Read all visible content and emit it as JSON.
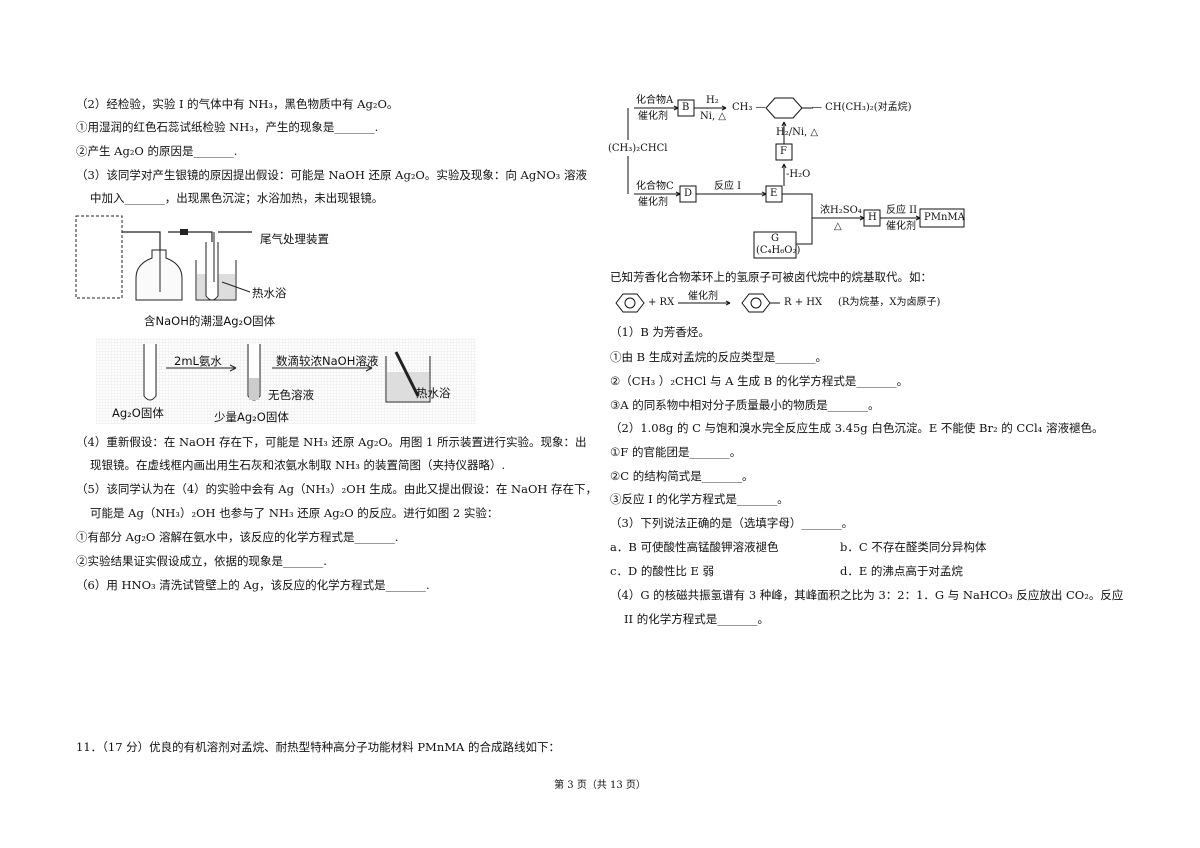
{
  "left": {
    "lines": [
      "（2）经检验，实验 I 的气体中有 NH₃，黑色物质中有 Ag₂O。",
      "①用湿润的红色石蕊试纸检验 NH₃，产生的现象是_______.",
      "②产生 Ag₂O 的原因是_______.",
      "（3）该同学对产生银镜的原因提出假设：可能是 NaOH 还原 Ag₂O。实验及现象：向 AgNO₃ 溶液",
      "中加入_______，出现黑色沉淀；水浴加热，未出现银镜。",
      "（4）重新假设：在 NaOH 存在下，可能是 NH₃ 还原 Ag₂O。用图 1 所示装置进行实验。现象：出",
      "现银镜。在虚线框内画出用生石灰和浓氨水制取 NH₃ 的装置简图（夹持仪器略）.",
      "（5）该同学认为在（4）的实验中会有 Ag（NH₃）₂OH 生成。由此又提出假设：在 NaOH 存在下，",
      "可能是 Ag（NH₃）₂OH 也参与了 NH₃ 还原 Ag₂O 的反应。进行如图 2 实验：",
      "①有部分 Ag₂O 溶解在氨水中，该反应的化学方程式是_______.",
      "②实验结果证实假设成立，依据的现象是_______.",
      "（6）用 HNO₃ 清洗试管壁上的 Ag，该反应的化学方程式是_______.",
      "11．（17 分）优良的有机溶剂对孟烷、耐热型特种高分子功能材料 PMnMA 的合成路线如下："
    ],
    "figure1": {
      "tail_gas": "尾气处理装置",
      "hot_bath": "热水浴",
      "solid": "含NaOH的潮湿Ag₂O固体"
    },
    "figure2": {
      "ammonia": "2mL氨水",
      "naoh": "数滴较浓NaOH溶液",
      "colorless": "无色溶液",
      "hot_bath": "热水浴",
      "ag2o_solid": "Ag₂O固体",
      "little_ag2o": "少量Ag₂O固体"
    }
  },
  "right": {
    "scheme": {
      "compA": "化合物A",
      "catalyst": "催化剂",
      "B": "B",
      "H2": "H₂",
      "NiHeat": "Ni, △",
      "CH3": "CH₃ —",
      "product": "— CH(CH₃)₂(对孟烷)",
      "H2Ni": "H₂/Ni, △",
      "F": "F",
      "minusH2O": "-H₂O",
      "start": "(CH₃)₂CHCl",
      "compC": "化合物C",
      "D": "D",
      "react1": "反应 I",
      "E": "E",
      "conc": "浓H₂SO₄",
      "heat": "△",
      "H": "H",
      "react2": "反应 II",
      "product2": "PMnMA",
      "G": "G",
      "Gformula": "(C₄H₆O₂)"
    },
    "note": "已知芳香化合物苯环上的氢原子可被卤代烷中的烷基取代。如：",
    "rxn": {
      "plusRX": "+ RX",
      "cat": "催化剂",
      "prod": "R + HX",
      "cond": "(R为烷基，X为卤原子)"
    },
    "lines": [
      "（1）B 为芳香烃。",
      "①由 B 生成对孟烷的反应类型是_______。",
      "②（CH₃ ）₂CHCl 与 A 生成 B 的化学方程式是_______。",
      "③A 的同系物中相对分子质量最小的物质是_______。",
      "（2）1.08g 的 C 与饱和溴水完全反应生成 3.45g 白色沉淀。E 不能使 Br₂ 的 CCl₄ 溶液褪色。",
      "①F 的官能团是_______。",
      "②C 的结构简式是_______。",
      "③反应 I 的化学方程式是_______。",
      "（3）下列说法正确的是（选填字母）_______。"
    ],
    "options": {
      "a": "a．B 可使酸性高锰酸钾溶液褪色",
      "b": "b．C 不存在醛类同分异构体",
      "c": "c．D 的酸性比 E 弱",
      "d": "d．E 的沸点高于对孟烷"
    },
    "q4_1": "（4）G 的核磁共振氢谱有 3 种峰，其峰面积之比为 3：2：1．G 与 NaHCO₃ 反应放出 CO₂。反应",
    "q4_2": "II 的化学方程式是_______。"
  },
  "footer": "第 3 页（共 13 页）"
}
